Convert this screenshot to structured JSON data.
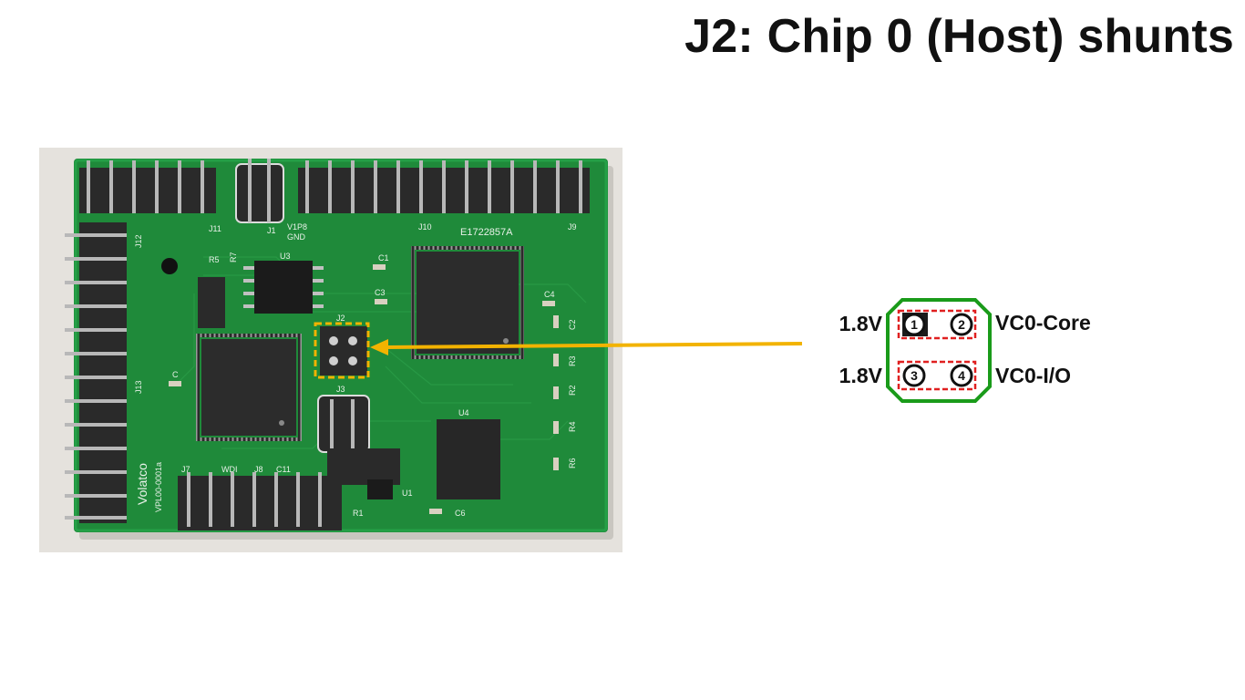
{
  "slide": {
    "title": "J2: Chip 0 (Host) shunts"
  },
  "photo": {
    "silkscreen": {
      "j11": "J11",
      "j1": "J1",
      "v1p8": "V1P8",
      "gnd": "GND",
      "j10": "J10",
      "serial": "E1722857A",
      "j9": "J9",
      "j12": "J12",
      "r5": "R5",
      "r7": "R7",
      "u3": "U3",
      "c1": "C1",
      "c3": "C3",
      "c4": "C4",
      "c2": "C2",
      "j2": "J2",
      "r3": "R3",
      "c": "C",
      "r2": "R2",
      "j3": "J3",
      "u4": "U4",
      "r4": "R4",
      "j13": "J13",
      "r6": "R6",
      "brand": "Volatco",
      "part": "VPL00-0001a",
      "j7": "J7",
      "wdi": "WDI",
      "j8": "J8",
      "c11": "C11",
      "u1": "U1",
      "r1": "R1",
      "c6": "C6"
    }
  },
  "jumper_diagram": {
    "pins": [
      {
        "number": "1",
        "label": "1.8V"
      },
      {
        "number": "2",
        "label": "VC0-Core"
      },
      {
        "number": "3",
        "label": "1.8V"
      },
      {
        "number": "4",
        "label": "VC0-I/O"
      }
    ],
    "colors": {
      "outline": "#1a9b1a",
      "shunt": "#e02020",
      "arrow": "#f2b300",
      "highlight": "#f2b300"
    }
  }
}
